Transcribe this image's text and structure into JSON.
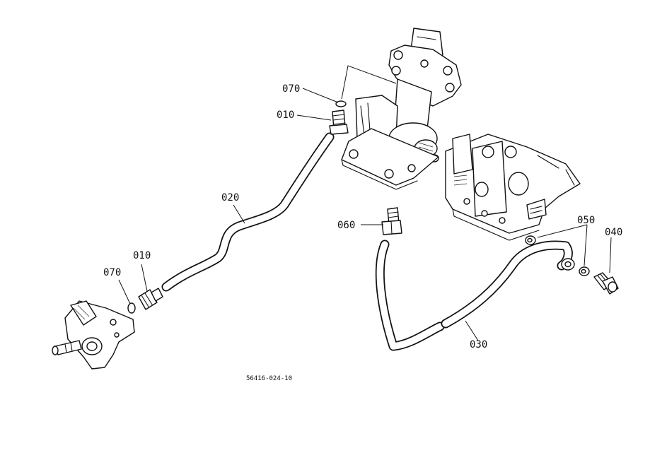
{
  "labels": {
    "p070_top": "070",
    "p010_top": "010",
    "p020": "020",
    "p060": "060",
    "p050": "050",
    "p040": "040",
    "p070_left": "070",
    "p010_left": "010",
    "p030": "030"
  },
  "drawing_code": "56416-024-10",
  "colors": {
    "line": "#111111",
    "background": "#ffffff"
  }
}
